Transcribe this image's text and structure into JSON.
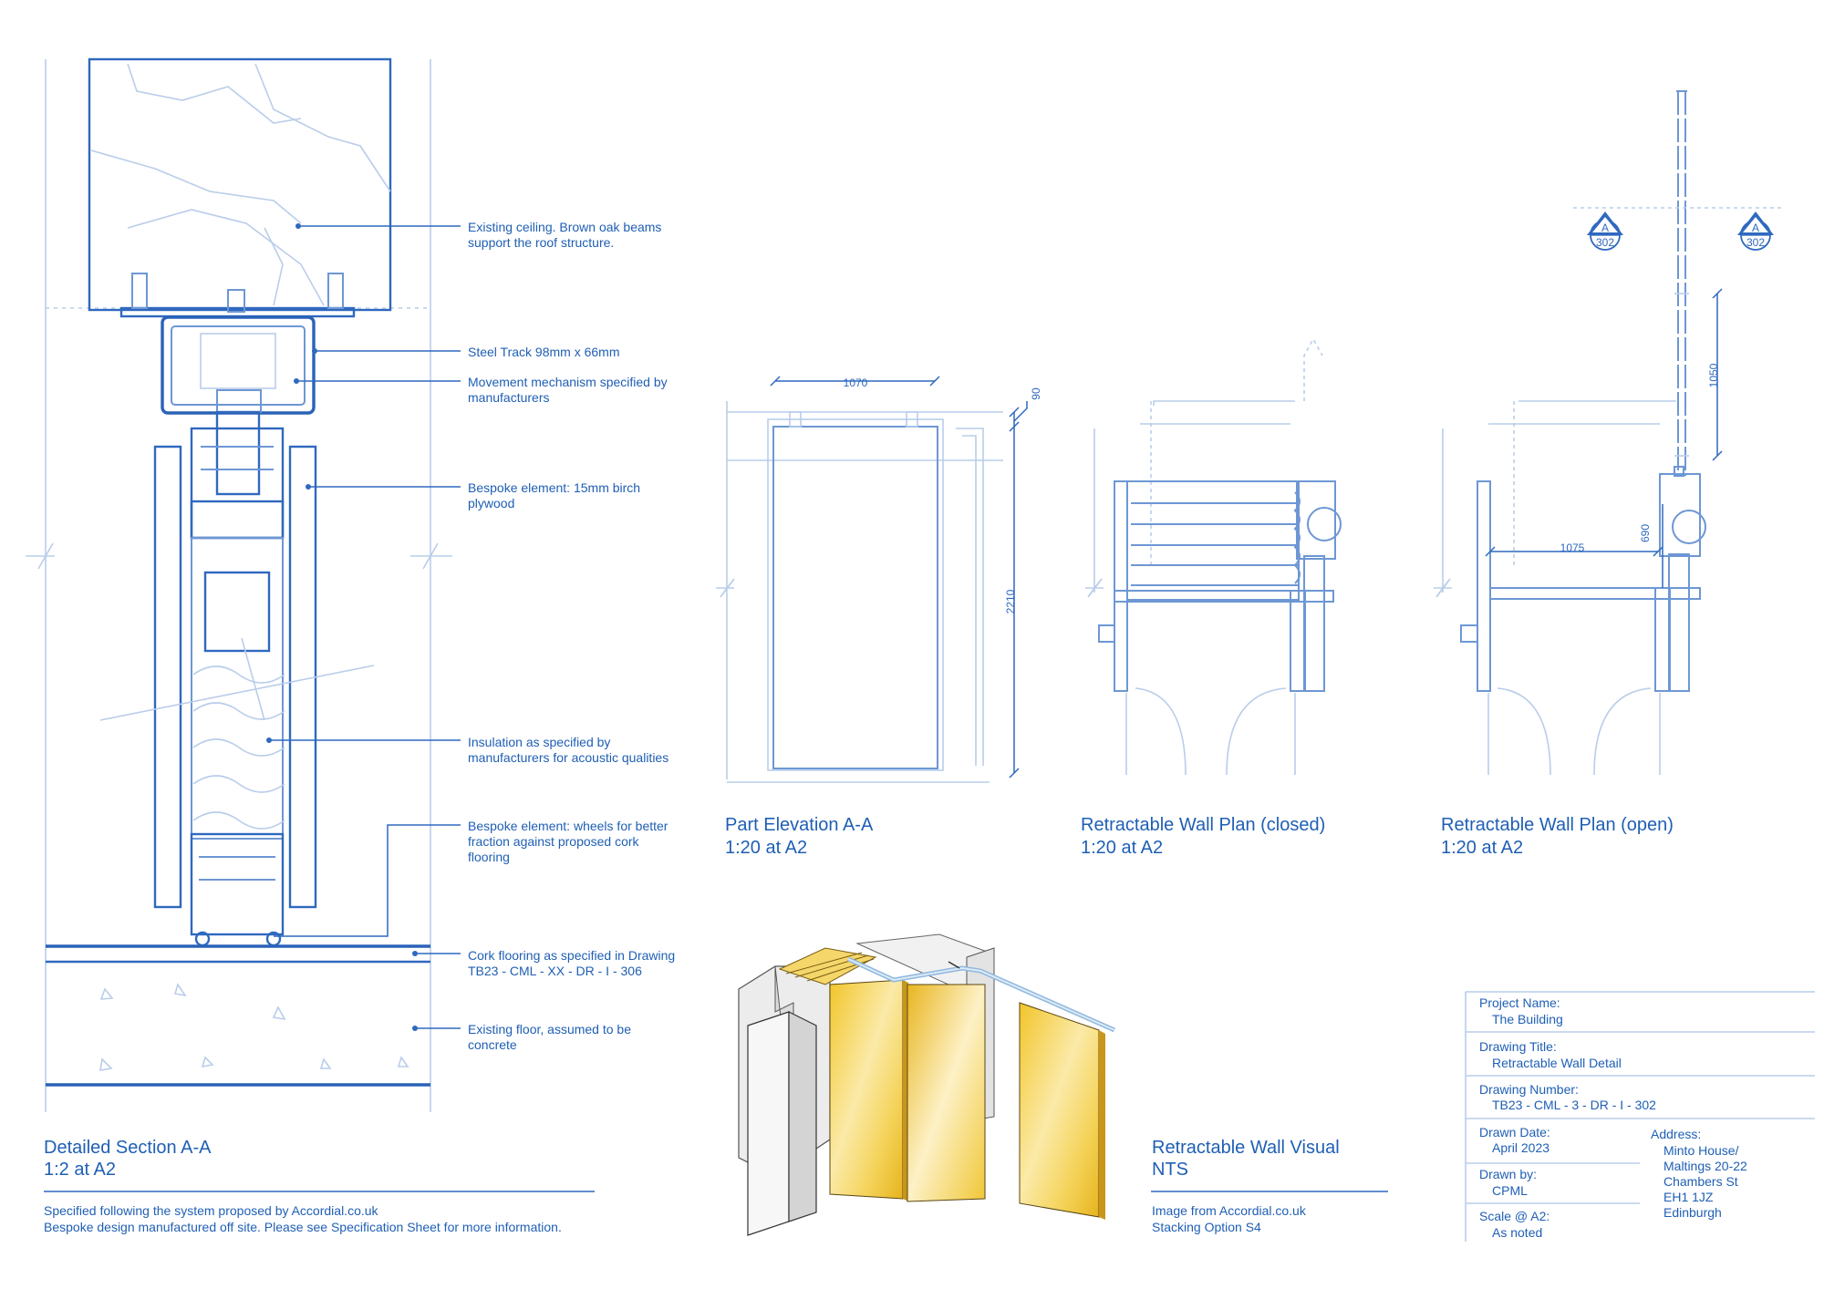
{
  "section": {
    "title": "Detailed Section A-A",
    "scale": "1:2 at A2",
    "footer_line1": "Specified following the system proposed by Accordial.co.uk",
    "footer_line2": "Bespoke design manufactured off site. Please see Specification Sheet for more information.",
    "notes": [
      "Existing ceiling. Brown oak beams\nsupport the roof structure.",
      "Steel Track 98mm x 66mm",
      "Movement mechanism specified by\nmanufacturers",
      "Bespoke element: 15mm birch\nplywood",
      "Insulation as specified by\nmanufacturers for acoustic qualities",
      "Bespoke element: wheels for better\nfraction against proposed cork\nflooring",
      "Cork flooring as specified in Drawing\nTB23 - CML - XX - DR - I - 306",
      "Existing floor, assumed to be\nconcrete"
    ]
  },
  "elevation": {
    "title": "Part Elevation A-A",
    "scale": "1:20 at A2",
    "dims": [
      "1070",
      "90",
      "2210"
    ]
  },
  "plan_closed": {
    "title": "Retractable Wall Plan (closed)",
    "scale": "1:20 at A2"
  },
  "plan_open": {
    "title": "Retractable Wall Plan (open)",
    "scale": "1:20 at A2",
    "dims": [
      "1050",
      "1075",
      "690"
    ],
    "marker_letter": "A",
    "marker_number": "302"
  },
  "visual": {
    "title": "Retractable Wall Visual",
    "scale": "NTS",
    "source_line1": "Image from Accordial.co.uk",
    "source_line2": "Stacking Option S4"
  },
  "title_block": {
    "project_label": "Project Name:",
    "project_value": "The Building",
    "drawing_title_label": "Drawing Title:",
    "drawing_title_value": "Retractable Wall Detail",
    "drawing_number_label": "Drawing Number:",
    "drawing_number_value": "TB23 - CML - 3 - DR - I - 302",
    "drawn_date_label": "Drawn Date:",
    "drawn_date_value": "April 2023",
    "drawn_by_label": "Drawn by:",
    "drawn_by_value": "CPML",
    "scale_label": "Scale @ A2:",
    "scale_value": "As noted",
    "address_label": "Address:",
    "address_value": "Minto House/\nMaltings 20-22\nChambers St\nEH1 1JZ\nEdinburgh"
  },
  "colors": {
    "ink": "#1f5fb4",
    "linework_light": "#b9cdea",
    "panel_yellow": "#f2c52a",
    "track_blue": "#9cc8ea"
  }
}
